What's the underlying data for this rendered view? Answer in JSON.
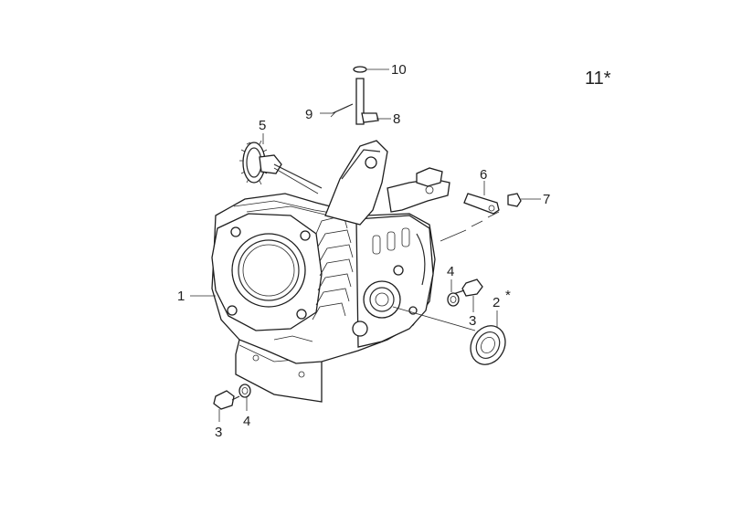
{
  "diagram": {
    "note": "11*",
    "callouts": {
      "c1": "1",
      "c2": "2",
      "c2_star": "*",
      "c3_bottom": "3",
      "c3_right": "3",
      "c4_bottom": "4",
      "c4_right": "4",
      "c5": "5",
      "c6": "6",
      "c7": "7",
      "c8": "8",
      "c9": "9",
      "c10": "10"
    }
  }
}
